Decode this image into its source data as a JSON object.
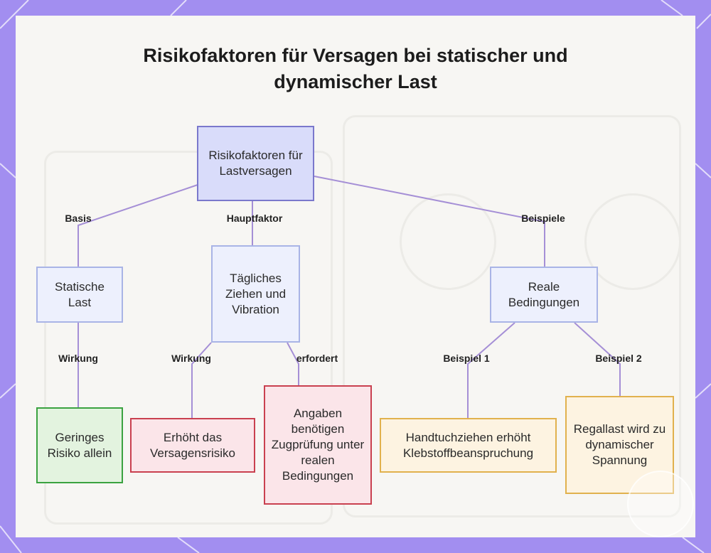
{
  "title": "Risikofaktoren für Versagen bei statischer und dynamischer Last",
  "nodes": {
    "root": "Risikofaktoren für Lastversagen",
    "static_load": "Statische Last",
    "daily_pull": "Tägliches Ziehen und Vibration",
    "real_conditions": "Reale Bedingungen",
    "low_risk": "Geringes Risiko allein",
    "increases_risk": "Erhöht das Versagensrisiko",
    "specs_test": "Angaben benötigen Zugprüfung unter realen Bedingungen",
    "towel_pull": "Handtuchziehen erhöht Klebstoffbeanspruchung",
    "shelf_load": "Regallast wird zu dynamischer Spannung"
  },
  "edges": {
    "basis": "Basis",
    "hauptfaktor": "Hauptfaktor",
    "beispiele": "Beispiele",
    "wirkung_static": "Wirkung",
    "wirkung_daily": "Wirkung",
    "erfordert": "erfordert",
    "beispiel1": "Beispiel 1",
    "beispiel2": "Beispiel 2"
  },
  "colors": {
    "frame": "#a28ef0",
    "edge": "#a58fd6",
    "root_fill": "#d9dcfa",
    "blue_fill": "#edf0fd",
    "green_fill": "#e3f3df",
    "red_fill": "#fbe5e9",
    "orange_fill": "#fdf3e1"
  }
}
